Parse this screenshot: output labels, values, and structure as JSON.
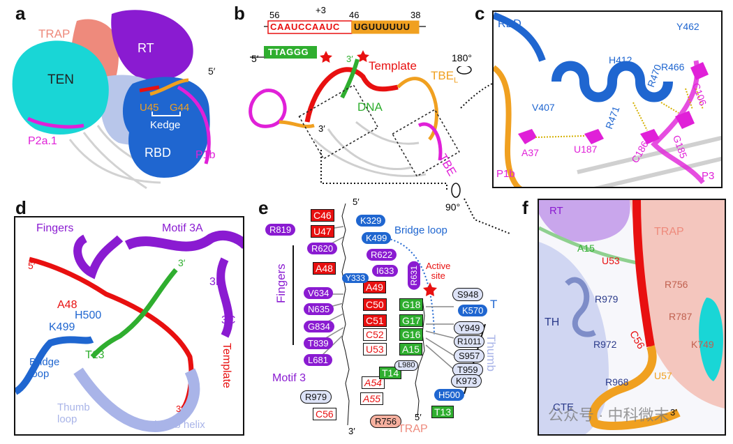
{
  "panel_letters": {
    "a": "a",
    "b": "b",
    "c": "c",
    "d": "d",
    "e": "e",
    "f": "f"
  },
  "colors": {
    "ten": "#19d6d6",
    "trap": "#ee8a7c",
    "rt": "#8a1bd1",
    "rbd": "#1f66d0",
    "red": "#e81010",
    "green": "#2fae2f",
    "orange": "#f0a020",
    "magenta": "#e020d8",
    "thumb": "#a9b4e8",
    "grey": "#b8b8b8"
  },
  "panel_a": {
    "trap": "TRAP",
    "rt": "RT",
    "ten": "TEN",
    "rbd": "RBD",
    "kedge": "Kedge",
    "u45": "U45",
    "g44": "G44",
    "p2a1": "P2a.1",
    "p1b": "P1b",
    "five_prime": "5′"
  },
  "panel_b": {
    "num_56": "56",
    "num_p3": "+3",
    "num_46": "46",
    "num_38": "38",
    "seq_red": "CAAUCCAAUC",
    "seq_orange": "UGUUUUUU",
    "dna_seq": "TTAGGG",
    "five_prime": "5′",
    "three_prime": "3′",
    "template": "Template",
    "dna": "DNA",
    "tbe_l": "TBE",
    "tbe_l_sub": "L",
    "tbe": "TBE",
    "rot180": "180°",
    "rot90": "90°"
  },
  "panel_c": {
    "rbd": "RBD",
    "y462": "Y462",
    "h412": "H412",
    "r466": "R466",
    "r470": "R470",
    "r471": "R471",
    "v407": "V407",
    "c106": "C106",
    "a37": "A37",
    "u187": "U187",
    "c186": "C186",
    "g185": "G185",
    "p1b": "P1b",
    "p3": "P3"
  },
  "panel_d": {
    "fingers": "Fingers",
    "motif3a": "Motif 3A",
    "m3b": "3B",
    "m3c": "3C",
    "five_prime": "5′",
    "three_prime_g": "3′",
    "a48": "A48",
    "h500": "H500",
    "k499": "K499",
    "t13": "T13",
    "template": "Template",
    "bridge_loop": "Bridge\nloop",
    "thumb_loop": "Thumb\nloop",
    "thumb_helix": "Thumb helix",
    "three_prime_r": "3′"
  },
  "panel_e": {
    "five_prime_top": "5′",
    "three_prime_bot": "3′",
    "five_prime_dna": "5′",
    "rna": [
      "C46",
      "U47",
      "A48",
      "A49",
      "C50",
      "C51",
      "C52",
      "U53",
      "A54",
      "A55",
      "C56"
    ],
    "dna": [
      "G18",
      "G17",
      "G16",
      "A15",
      "T14",
      "T13"
    ],
    "left_res": [
      "R819",
      "R620",
      "V634",
      "N635",
      "G834",
      "T839",
      "L681"
    ],
    "mid_res": [
      "R622",
      "I633",
      "Y333"
    ],
    "r631": "R631",
    "blue_res": [
      "K329",
      "K499",
      "K570",
      "H500"
    ],
    "thumb_res": [
      "S948",
      "Y949",
      "R1011",
      "S957",
      "T959",
      "K973",
      "L980"
    ],
    "r979": "R979",
    "r756": "R756",
    "bridge_loop": "Bridge loop",
    "active_site": "Active\nsite",
    "fingers": "Fingers",
    "motif3": "Motif 3",
    "thumb": "Thumb",
    "t": "T",
    "trap": "TRAP"
  },
  "panel_f": {
    "rt": "RT",
    "trap": "TRAP",
    "a15": "A15",
    "u53": "U53",
    "r756": "R756",
    "r979": "R979",
    "c56": "C56",
    "r787": "R787",
    "th": "TH",
    "r972": "R972",
    "k749": "K749",
    "r968": "R968",
    "u57": "U57",
    "cte": "CTE",
    "three_prime": "3′"
  },
  "watermark": "公众号 · 中科微末"
}
